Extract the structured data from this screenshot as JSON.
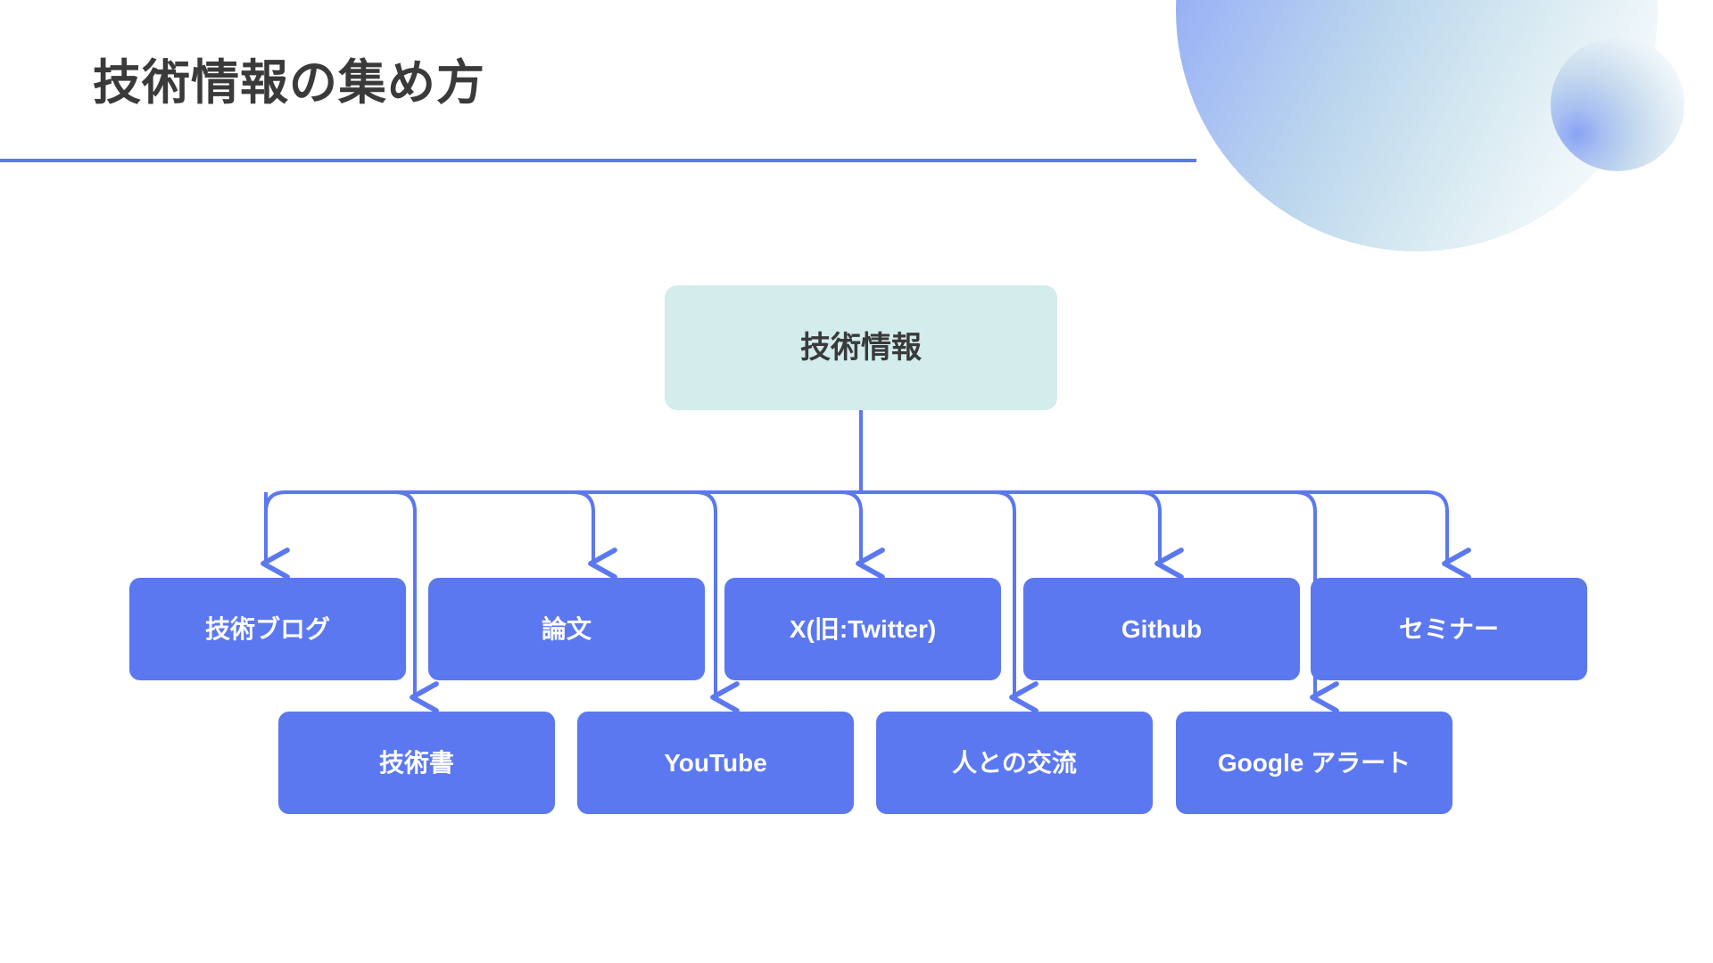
{
  "slide": {
    "title": "技術情報の集め方",
    "accent_color": "#5b78f0",
    "root_color": "#d3ecec",
    "title_color": "#3a3a3a",
    "background": "#ffffff"
  },
  "decorations": [
    {
      "name": "large-gradient-circle",
      "gradient_from": "#7b96f2",
      "gradient_to": "#ffffff"
    },
    {
      "name": "small-gradient-circle",
      "gradient_from": "#8aa3f4",
      "gradient_to": "#ffffff"
    }
  ],
  "diagram": {
    "type": "tree",
    "root": {
      "label": "技術情報"
    },
    "row1": [
      {
        "label": "技術ブログ"
      },
      {
        "label": "論文"
      },
      {
        "label": "X(旧:Twitter)"
      },
      {
        "label": "Github"
      },
      {
        "label": "セミナー"
      }
    ],
    "row2": [
      {
        "label": "技術書"
      },
      {
        "label": "YouTube"
      },
      {
        "label": "人との交流"
      },
      {
        "label": "Google アラート"
      }
    ]
  }
}
